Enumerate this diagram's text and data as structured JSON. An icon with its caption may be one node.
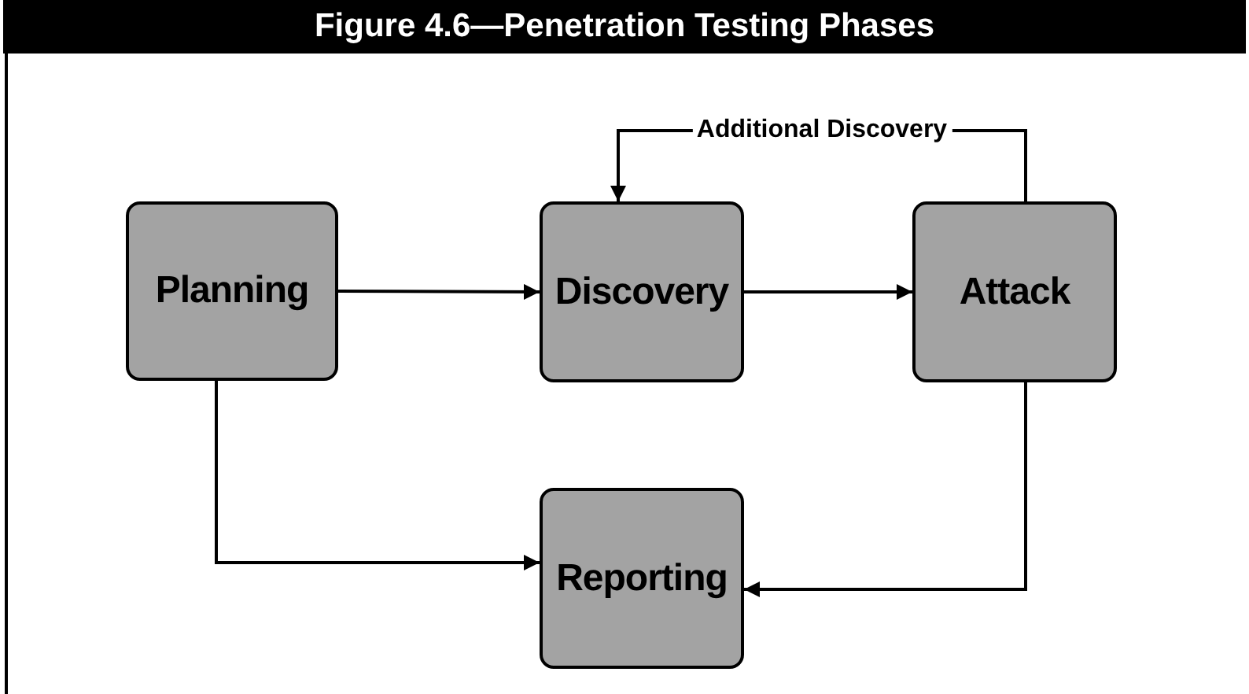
{
  "diagram": {
    "title": "Figure 4.6—Penetration Testing Phases",
    "nodes": [
      {
        "text": [
          "Planning"
        ]
      },
      {
        "text": [
          "Discovery"
        ]
      },
      {
        "text": [
          "Attack"
        ]
      },
      {
        "text": [
          "Reporting"
        ]
      }
    ],
    "edges": [
      {
        "from": 0,
        "to": 1,
        "arrow": "to"
      },
      {
        "from": 1,
        "to": 2,
        "arrow": "to"
      },
      {
        "from": 2,
        "to": 1,
        "arrow": "to",
        "label": "Additional Discovery"
      },
      {
        "from": 0,
        "to": 3,
        "arrow": "to"
      },
      {
        "from": 2,
        "to": 3,
        "arrow": "to"
      }
    ]
  }
}
